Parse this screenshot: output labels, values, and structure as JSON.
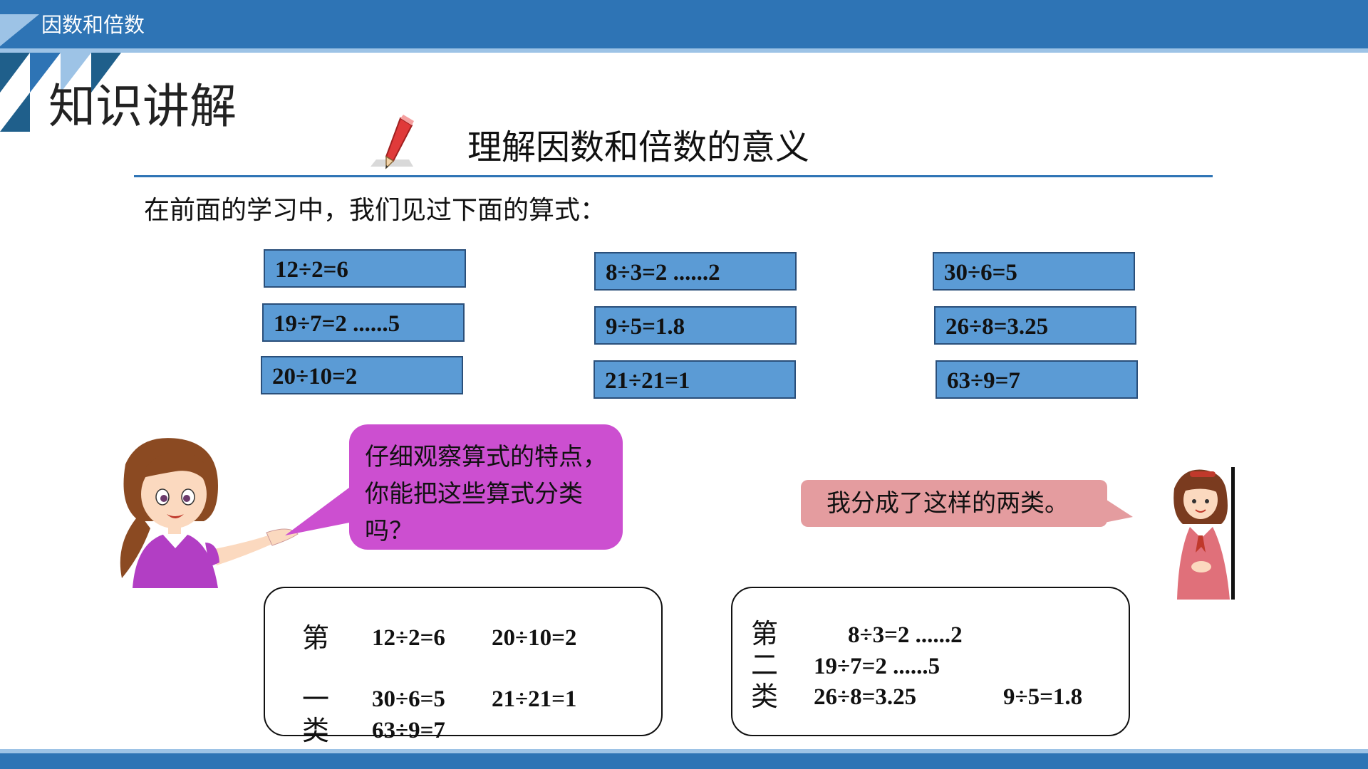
{
  "header": {
    "title": "因数和倍数"
  },
  "section_title": "知识讲解",
  "subtitle": "理解因数和倍数的意义",
  "intro": "在前面的学习中，我们见过下面的算式：",
  "equations": [
    "12÷2=6",
    "19÷7=2 ......5",
    "20÷10=2",
    "8÷3=2 ......2",
    "9÷5=1.8",
    "21÷21=1",
    "30÷6=5",
    "26÷8=3.25",
    "63÷9=7"
  ],
  "teacher_bubble": "仔细观察算式的特点，你能把这些算式分类吗？",
  "girl_bubble": "我分成了这样的两类。",
  "group1": {
    "label": [
      "第",
      "一",
      "类"
    ],
    "items": [
      "12÷2=6",
      "20÷10=2",
      "30÷6=5",
      "21÷21=1",
      "63÷9=7"
    ]
  },
  "group2": {
    "label": [
      "第",
      "二",
      "类"
    ],
    "items": [
      "8÷3=2 ......2",
      "19÷7=2 ......5",
      "26÷8=3.25",
      "9÷5=1.8"
    ]
  },
  "colors": {
    "header_blue": "#2e74b5",
    "box_blue": "#5b9bd5",
    "bubble_magenta": "#cc4fd0",
    "bubble_pink": "#e49c9f"
  }
}
